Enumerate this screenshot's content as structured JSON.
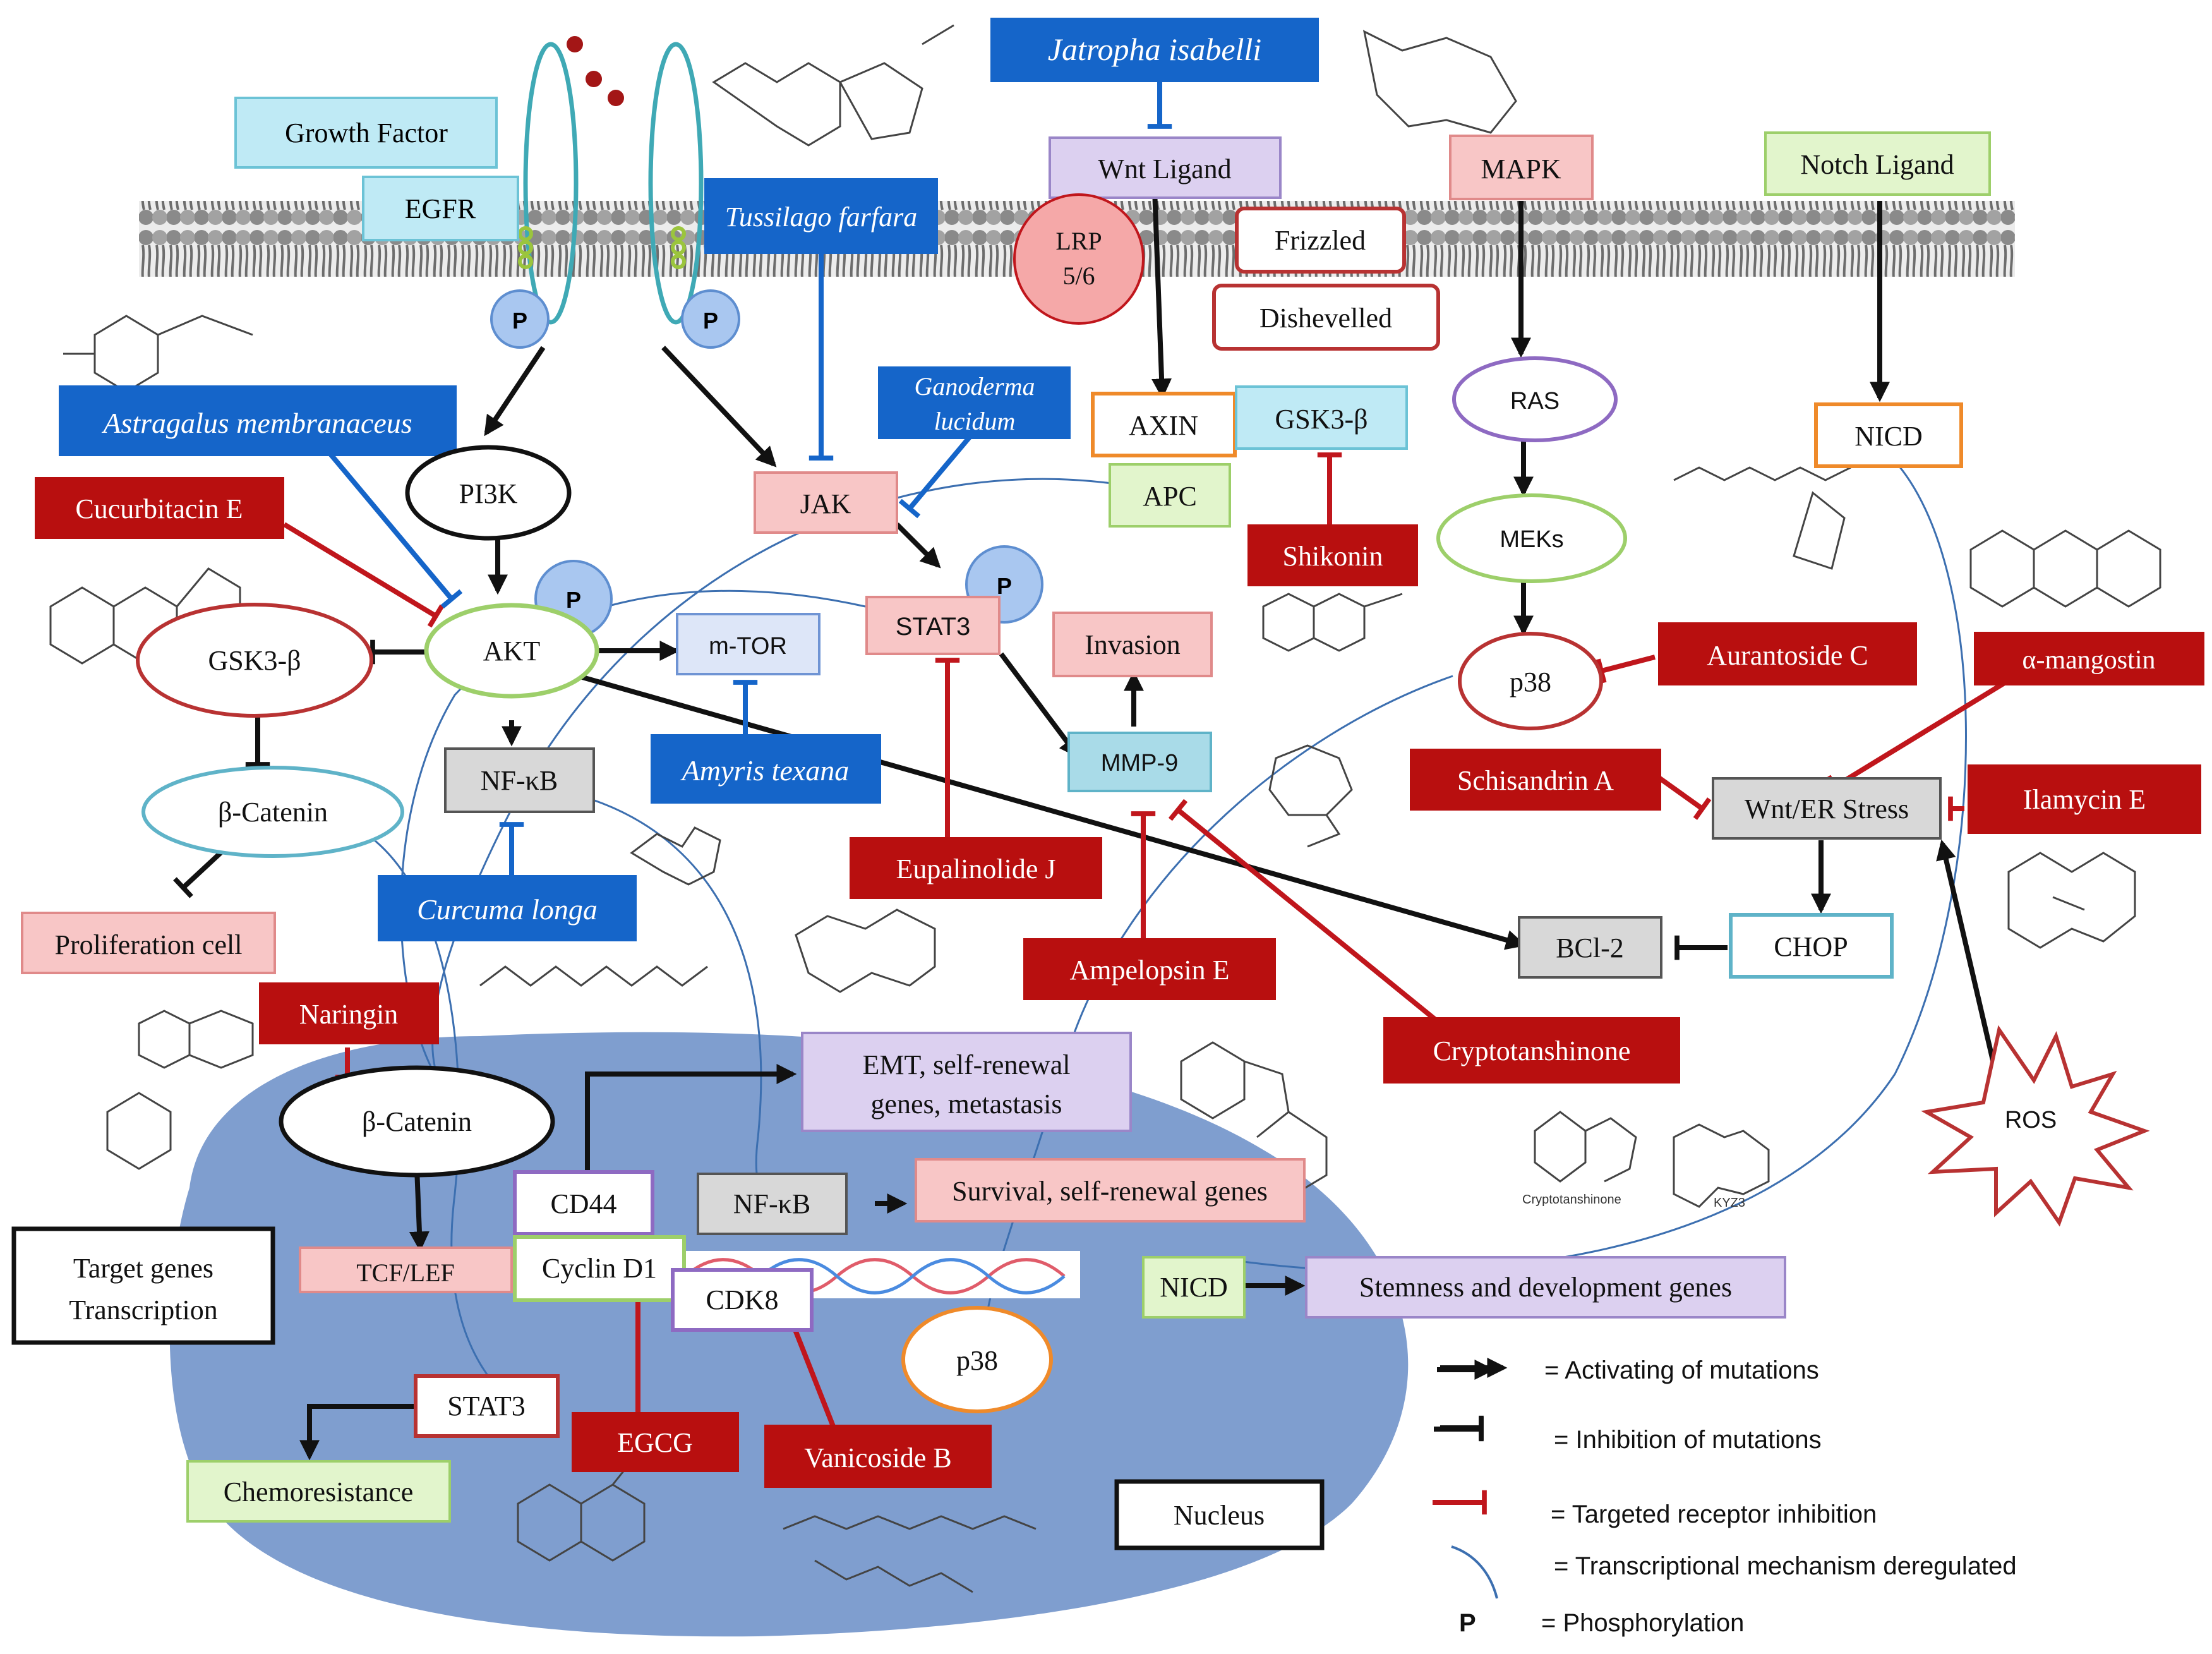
{
  "colors": {
    "nucleus": "#7f9ecf",
    "inhibit_red": "#c0161c",
    "activate_black": "#111111",
    "transcription_line": "#3c6fb0",
    "plant_blue": "#1565c9",
    "drug_red": "#b80f0f",
    "pink_box": "#f8c6c6",
    "cyan_box": "#bfeaf5",
    "lilac_box": "#dcd0f0",
    "green_box": "#e2f5cc",
    "grey_box": "#d8d8d8"
  },
  "receptors": {
    "growth_factor": "Growth Factor",
    "egfr": "EGFR",
    "p": "P"
  },
  "plants": {
    "jatropha": "Jatropha isabelli",
    "tussilago": "Tussilago farfara",
    "ganoderma_1": "Ganoderma",
    "ganoderma_2": "lucidum",
    "astragalus": "Astragalus membranaceus",
    "amyris": "Amyris texana",
    "curcuma": "Curcuma longa"
  },
  "compounds": {
    "cucurbitacin": "Cucurbitacin E",
    "shikonin": "Shikonin",
    "aurantoside": "Aurantoside C",
    "mangostin": "α-mangostin",
    "schisandrin": "Schisandrin A",
    "ilamycin": "Ilamycin E",
    "eupalinolide": "Eupalinolide J",
    "ampelopsin": "Ampelopsin E",
    "cryptotanshinone": "Cryptotanshinone",
    "naringin": "Naringin",
    "egcg": "EGCG",
    "vanicoside": "Vanicoside B"
  },
  "nodes": {
    "wnt_ligand": "Wnt Ligand",
    "lrp_1": "LRP",
    "lrp_2": "5/6",
    "frizzled": "Frizzled",
    "dishevelled": "Dishevelled",
    "mapk": "MAPK",
    "notch_ligand": "Notch Ligand",
    "axin": "AXIN",
    "gsk3b_top": "GSK3-β",
    "apc": "APC",
    "ras": "RAS",
    "meks": "MEKs",
    "nicd_top": "NICD",
    "pi3k": "PI3K",
    "jak": "JAK",
    "akt": "AKT",
    "stat3_top": "STAT3",
    "mtor": "m-TOR",
    "gsk3b_left": "GSK3-β",
    "invasion": "Invasion",
    "mmp9": "MMP-9",
    "p38_top": "p38",
    "nfkb_top": "NF-κB",
    "bcatenin_top": "β-Catenin",
    "wnt_er": "Wnt/ER Stress",
    "proliferation": "Proliferation cell",
    "bcl2": "BCl-2",
    "chop": "CHOP",
    "ros": "ROS",
    "bcatenin_nuc": "β-Catenin",
    "emt_1": "EMT, self-renewal",
    "emt_2": "genes, metastasis",
    "cd44": "CD44",
    "nfkb_nuc": "NF-κB",
    "survival": "Survival, self-renewal genes",
    "target_1": "Target genes",
    "target_2": "Transcription",
    "tcf_lef": "TCF/LEF",
    "cyclin_d1": "Cyclin D1",
    "cdk8": "CDK8",
    "nicd_nuc": "NICD",
    "stemness": "Stemness and development genes",
    "p38_nuc": "p38",
    "stat3_nuc": "STAT3",
    "chemoresistance": "Chemoresistance",
    "nucleus": "Nucleus"
  },
  "structure_labels": {
    "cryptotanshinone": "Cryptotanshinone",
    "kyz3": "KYZ3"
  },
  "legend": {
    "activating": "= Activating of mutations",
    "inhibition": "= Inhibition of mutations",
    "targeted": "= Targeted receptor inhibition",
    "transcriptional": "= Transcriptional mechanism deregulated",
    "p_symbol": "P",
    "phosphorylation": "= Phosphorylation"
  }
}
